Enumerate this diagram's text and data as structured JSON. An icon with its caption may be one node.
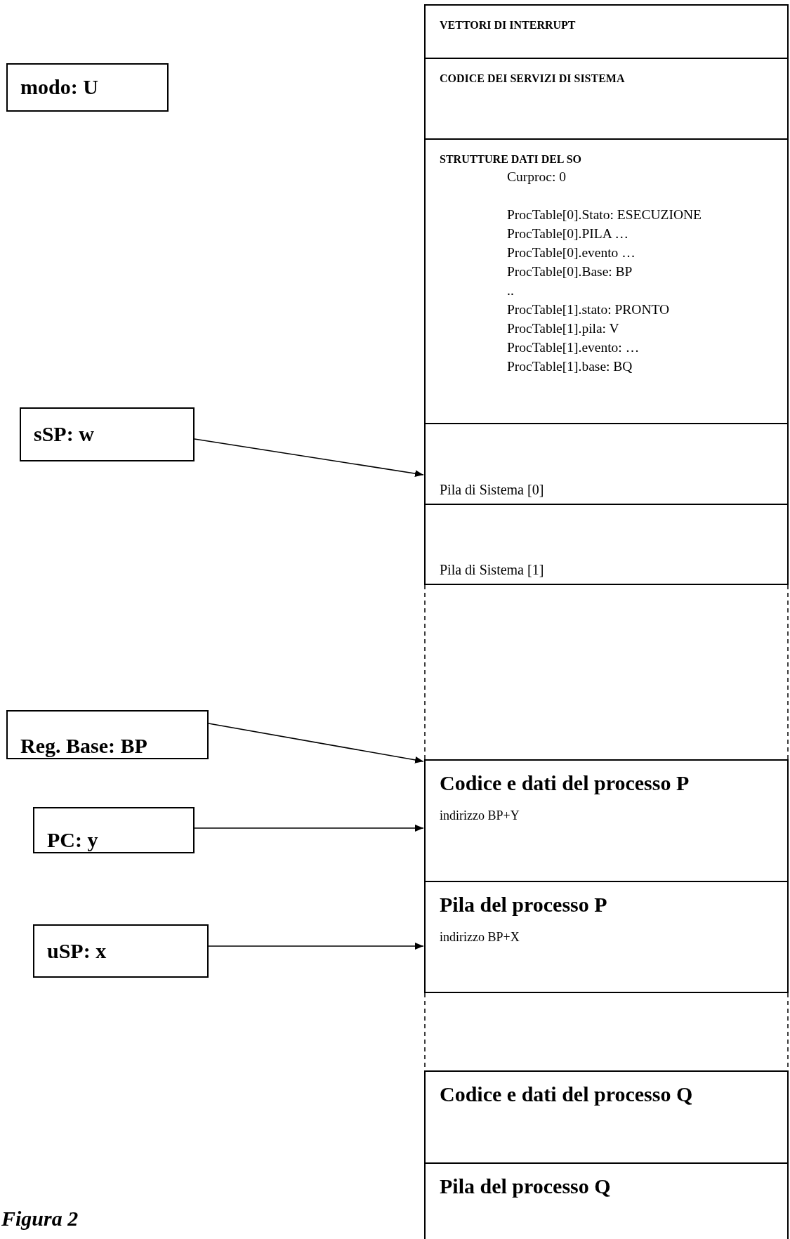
{
  "diagram": {
    "caption": "Figura 2",
    "nodes": [
      {
        "text": [
          "modo: U"
        ]
      },
      {
        "text": [
          "VETTORI DI INTERRUPT"
        ]
      },
      {
        "text": [
          "CODICE DEI SERVIZI DI SISTEMA"
        ]
      },
      {
        "text": [
          "STRUTTURE DATI DEL SO",
          "Curproc: 0",
          "ProcTable[0].Stato: ESECUZIONE",
          "ProcTable[0].PILA …",
          "ProcTable[0].evento …",
          "ProcTable[0].Base: BP",
          "..",
          "ProcTable[1].stato: PRONTO",
          "ProcTable[1].pila: V",
          "ProcTable[1].evento: …",
          "ProcTable[1].base: BQ"
        ]
      },
      {
        "text": [
          "sSP: w"
        ]
      },
      {
        "text": [
          "Pila di Sistema [0]"
        ]
      },
      {
        "text": [
          "Pila di Sistema [1]"
        ]
      },
      {
        "text": [
          "Reg. Base: BP"
        ]
      },
      {
        "text": [
          "Codice e dati del processo P",
          "indirizzo BP+Y"
        ]
      },
      {
        "text": [
          "PC: y"
        ]
      },
      {
        "text": [
          "Pila del processo P",
          "indirizzo BP+X"
        ]
      },
      {
        "text": [
          "uSP: x"
        ]
      },
      {
        "text": [
          "Codice e dati del processo Q"
        ]
      },
      {
        "text": [
          "Pila del processo Q"
        ]
      }
    ],
    "edges": [
      {
        "from": 4,
        "to": 5,
        "arrow": "to"
      },
      {
        "from": 7,
        "to": 8,
        "arrow": "to"
      },
      {
        "from": 9,
        "to": 8,
        "arrow": "to"
      },
      {
        "from": 11,
        "to": 10,
        "arrow": "to"
      }
    ]
  }
}
